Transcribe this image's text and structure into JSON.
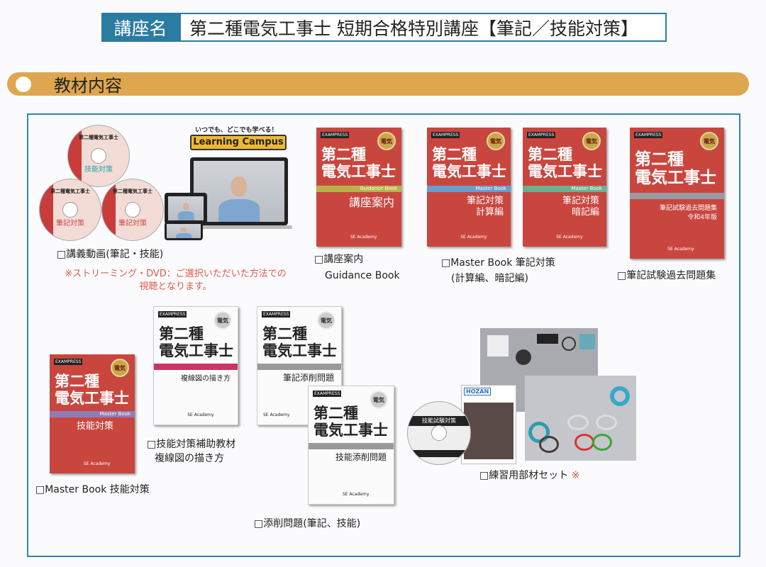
{
  "header": {
    "label": "講座名",
    "title": "第二種電気工事士 短期合格特別講座【筆記／技能対策】"
  },
  "section": {
    "title": "教材内容"
  },
  "colors": {
    "header_blue": "#2b7ba3",
    "section_bar": "#dea64e",
    "frame_border": "#2f86b0",
    "note_red": "#e05a4a",
    "book_red": "#c9463f"
  },
  "video": {
    "tagline": "いつでも、どこでも学べる！",
    "bubble": "Learning Campus",
    "disc_title": "第二種電気工事士",
    "discs": [
      "技能対策",
      "筆記対策",
      "筆記対策"
    ],
    "label": "□講義動画(筆記・技能)",
    "note_line1": "※ストリーミング・DVD：ご選択いただいた方法での",
    "note_line2": "視聴となります。"
  },
  "cover": {
    "brand": "EXAMPRESS",
    "seal": "電気",
    "title1": "第二種",
    "title2": "電気工事士",
    "publisher": "SE Academy"
  },
  "books": {
    "guidance": {
      "band": "Guidance Book",
      "sub": "講座案内",
      "label1": "□講座案内",
      "label2": "Guidance Book"
    },
    "calc": {
      "band": "Master Book",
      "sub1": "筆記対策",
      "sub2": "計算編"
    },
    "anki": {
      "band": "Master Book",
      "sub1": "筆記対策",
      "sub2": "暗記編"
    },
    "master_label1": "□Master Book 筆記対策",
    "master_label2": "(計算編、暗記編)",
    "past": {
      "sub1": "筆記試験過去問題集",
      "sub2": "令和4年版",
      "label": "□筆記試験過去問題集"
    },
    "skill": {
      "band": "Master Book",
      "sub": "技能対策",
      "label": "□Master Book 技能対策"
    },
    "wiring": {
      "sub": "複線図の描き方",
      "label1": "□技能対策補助教材",
      "label2": "複線図の描き方"
    },
    "pen": {
      "sub": "筆記添削問題"
    },
    "practical": {
      "sub": "技能添削問題"
    },
    "tensaku_label": "□添削問題(筆記、技能)"
  },
  "parts": {
    "brand": "HOZAN",
    "cd_title": "技能試験対策",
    "label": "□練習用部材セット",
    "mark": "※"
  }
}
